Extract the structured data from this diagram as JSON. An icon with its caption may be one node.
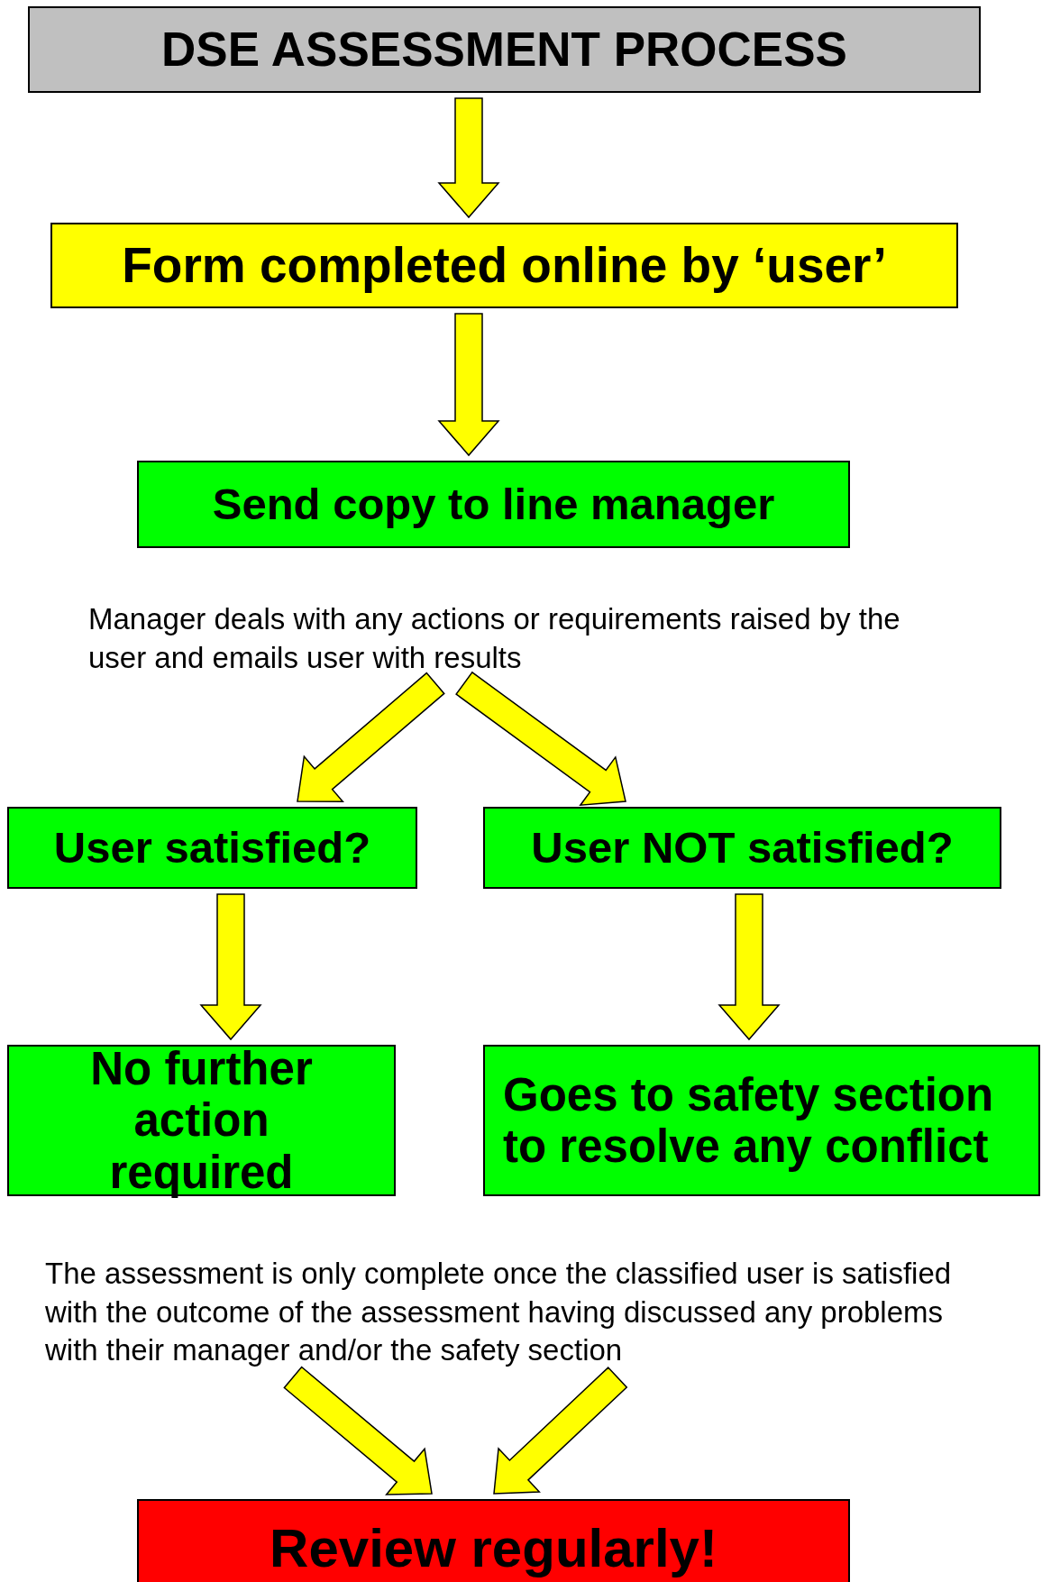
{
  "diagram": {
    "nodes": [
      {
        "text": [
          "DSE ASSESSMENT PROCESS"
        ]
      },
      {
        "text": [
          "Form completed online by ‘user’"
        ]
      },
      {
        "text": [
          "Send copy to line manager"
        ]
      },
      {
        "text": [
          "Manager deals with any actions or requirements raised by the user and emails user with results"
        ]
      },
      {
        "text": [
          "User satisfied?"
        ]
      },
      {
        "text": [
          "User NOT satisfied?"
        ]
      },
      {
        "text": [
          "No further action required"
        ]
      },
      {
        "text": [
          "Goes to safety section to resolve any conflict"
        ]
      },
      {
        "text": [
          "The assessment is only complete once the classified user is satisfied with the outcome of the assessment having discussed any problems with their manager and/or the safety section"
        ]
      },
      {
        "text": [
          "Review regularly!"
        ]
      }
    ],
    "edges": [
      {
        "from": 0,
        "to": 1,
        "arrow": "to"
      },
      {
        "from": 1,
        "to": 2,
        "arrow": "to"
      },
      {
        "from": 3,
        "to": 4,
        "arrow": "to"
      },
      {
        "from": 3,
        "to": 5,
        "arrow": "to"
      },
      {
        "from": 4,
        "to": 6,
        "arrow": "to"
      },
      {
        "from": 5,
        "to": 7,
        "arrow": "to"
      },
      {
        "from": 8,
        "to": 9,
        "arrow": "to"
      },
      {
        "from": 8,
        "to": 9,
        "arrow": "to"
      }
    ]
  }
}
